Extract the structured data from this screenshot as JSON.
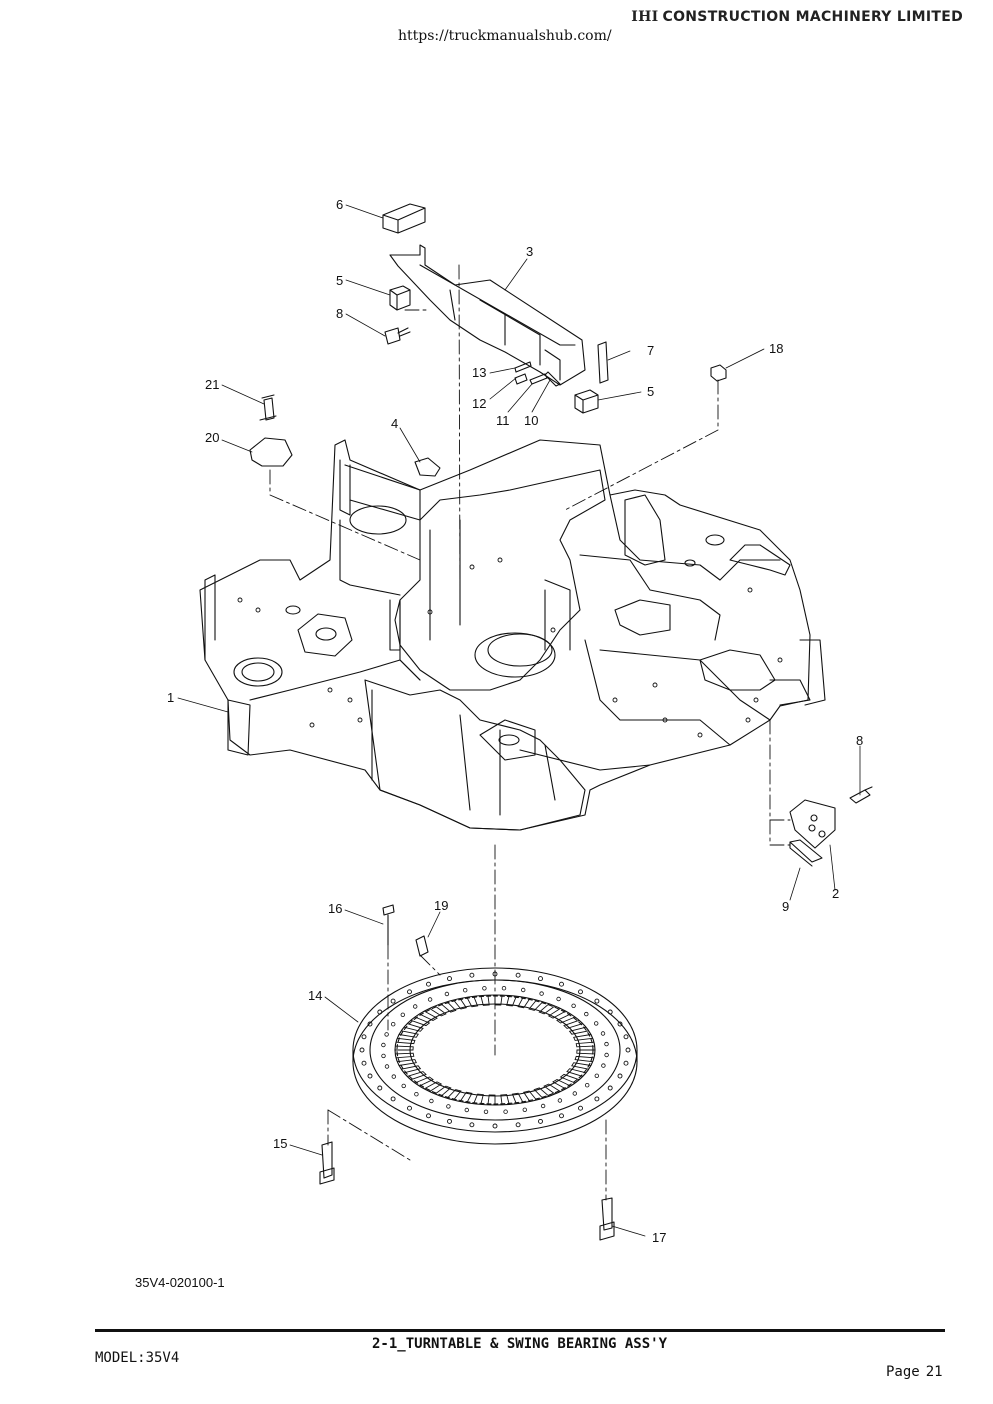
{
  "header": {
    "brand_logo": "IHI",
    "brand_name": "CONSTRUCTION MACHINERY LIMITED",
    "url": "https://truckmanualshub.com/"
  },
  "drawing": {
    "callouts": {
      "c1": "1",
      "c2": "2",
      "c3": "3",
      "c4": "4",
      "c5a": "5",
      "c5b": "5",
      "c6": "6",
      "c7": "7",
      "c8a": "8",
      "c8b": "8",
      "c9": "9",
      "c10": "10",
      "c11": "11",
      "c12": "12",
      "c13": "13",
      "c14": "14",
      "c15": "15",
      "c16": "16",
      "c17": "17",
      "c18": "18",
      "c19": "19",
      "c20": "20",
      "c21": "21"
    },
    "part_code": "35V4-020100-1"
  },
  "footer": {
    "model": "MODEL:35V4",
    "section_title": "2-1_TURNTABLE & SWING BEARING ASS'Y",
    "page_label": "Page",
    "page_number": "21"
  }
}
